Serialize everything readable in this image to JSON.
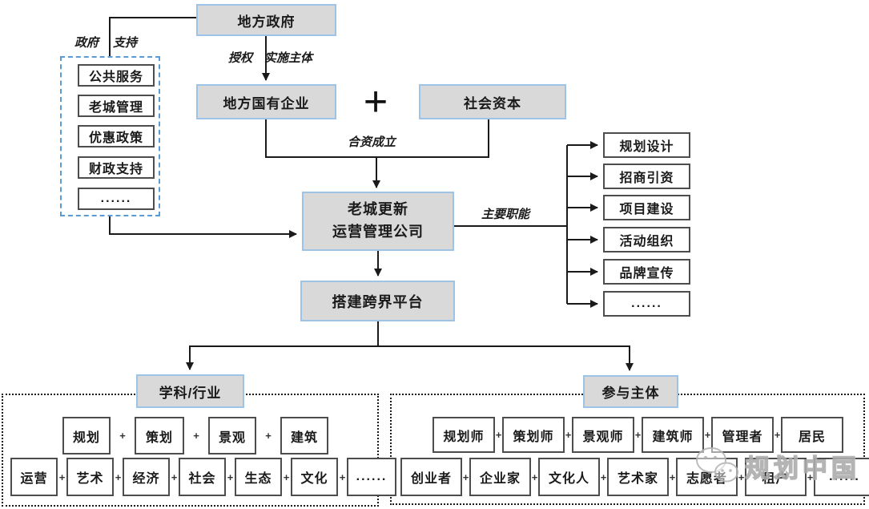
{
  "diagram": {
    "nodes": {
      "local_government": "地方政府",
      "local_soe": "地方国有企业",
      "plus_big": "+",
      "social_capital": "社会资本",
      "company_line1": "老城更新",
      "company_line2": "运营管理公司",
      "platform": "搭建跨界平台"
    },
    "edge_labels": {
      "gov_left": "政府",
      "gov_right": "支持",
      "authorize_left": "授权",
      "authorize_right": "实施主体",
      "joint_venture": "合资成立",
      "main_functions": "主要职能"
    },
    "support_items": [
      "公共服务",
      "老城管理",
      "优惠政策",
      "财政支持",
      "......"
    ],
    "functions": [
      "规划设计",
      "招商引资",
      "项目建设",
      "活动组织",
      "品牌宣传",
      "......"
    ],
    "disciplines": {
      "title": "学科/行业",
      "row1": [
        "规划",
        "策划",
        "景观",
        "建筑"
      ],
      "row2": [
        "运营",
        "艺术",
        "经济",
        "社会",
        "生态",
        "文化",
        "......"
      ]
    },
    "participants": {
      "title": "参与主体",
      "row1": [
        "规划师",
        "策划师",
        "景观师",
        "建筑师",
        "管理者",
        "居民"
      ],
      "row2": [
        "创业者",
        "企业家",
        "文化人",
        "艺术家",
        "志愿者",
        "租户",
        "......"
      ]
    },
    "plus": "+",
    "watermark": {
      "text": "规划中国",
      "icon": "wechat-icon"
    }
  },
  "colors": {
    "node_fill": "#d9d9d9",
    "node_border": "#9dc3e6",
    "dashed_border": "#5b9bd5",
    "line": "#1a1a1a",
    "watermark_gray": "#a8a8a8"
  }
}
